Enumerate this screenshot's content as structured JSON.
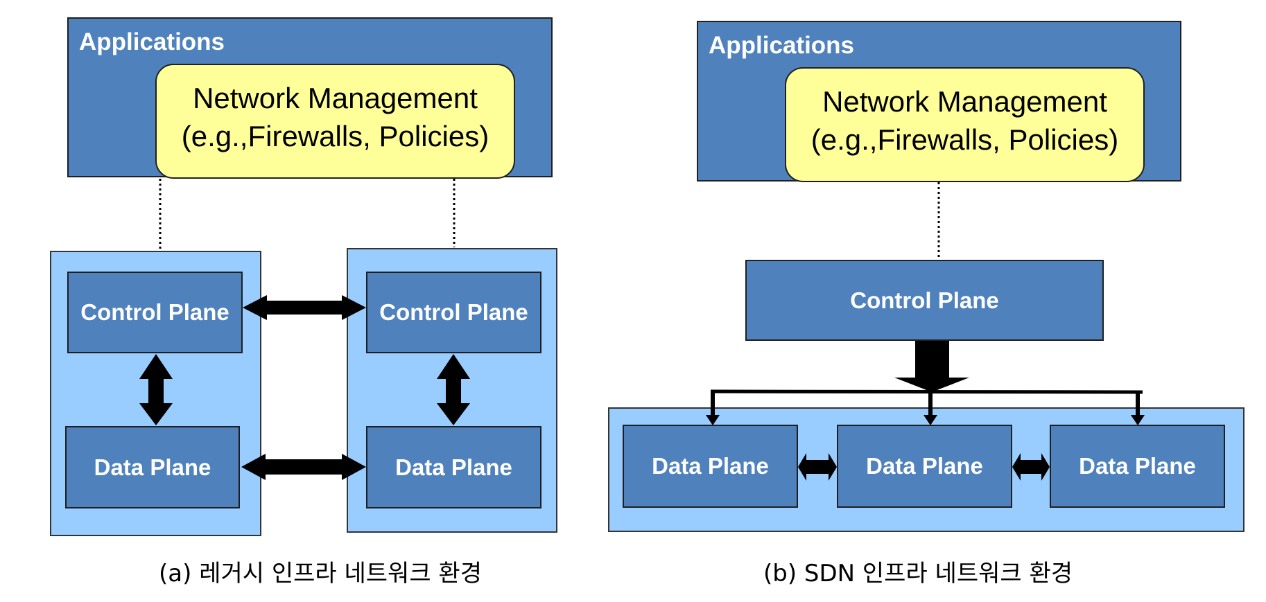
{
  "legacy": {
    "applications_label": "Applications",
    "network_management": {
      "line1": "Network Management",
      "line2": "(e.g.,Firewalls, Policies)"
    },
    "nodes": [
      {
        "control_plane": "Control Plane",
        "data_plane": "Data Plane"
      },
      {
        "control_plane": "Control Plane",
        "data_plane": "Data Plane"
      }
    ],
    "caption": "(a) 레거시 인프라 네트워크 환경"
  },
  "sdn": {
    "applications_label": "Applications",
    "network_management": {
      "line1": "Network Management",
      "line2": "(e.g.,Firewalls, Policies)"
    },
    "control_plane": "Control Plane",
    "data_planes": [
      "Data Plane",
      "Data Plane",
      "Data Plane"
    ],
    "caption": "(b) SDN 인프라 네트워크 환경"
  },
  "colors": {
    "dark_blue": "#4f81bd",
    "light_blue": "#99ccff",
    "yellow": "#ffff99",
    "arrow": "#000000"
  }
}
